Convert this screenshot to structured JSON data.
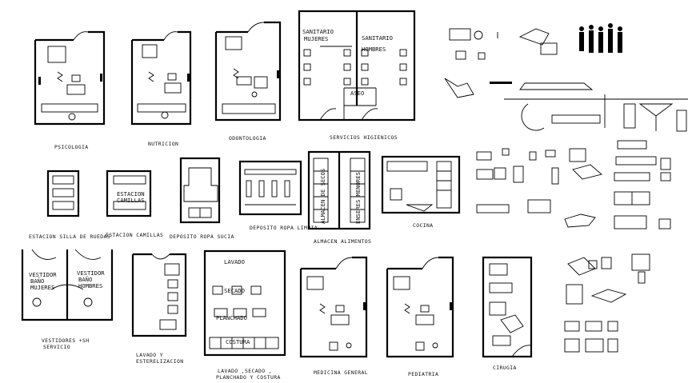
{
  "drawing": {
    "rooms": {
      "psicologia": "PSICOLOGIA",
      "nutricion": "NUTRICION",
      "odontologia": "ODONTOLOGIA",
      "servicios": "SERVICIOS HIGIENICOS",
      "silla_ruedas": "ESTACION SILLA DE RUEDAS",
      "camillas": "ESTACION CAMILLAS",
      "ropa_sucia": "DEPOSITO ROPA SUCIA",
      "ropa_limpia": "DEPOSITO ROPA LIMPIA",
      "almacen": "ALMACEN ALIMENTOS",
      "cocina": "COCINA",
      "vestidores_1": "VESTIDORES +SH",
      "vestidores_2": "SERVICIO",
      "lavado_1": "LAVADO Y",
      "lavado_2": "ESTERELIZACION",
      "costura_1": "LAVADO ,SECADO ,",
      "costura_2": "PLANCHADO Y COSTURA",
      "medicina": "MEDICINA GENERAL",
      "pediatria": "PEDIATRIA",
      "cirugia": "CIRUGIA"
    },
    "inner_labels": {
      "sanitario_mujeres_1": "SANITARIO",
      "sanitario_mujeres_2": "MUJERES",
      "sanitario_hombres_1": "SANITARIO",
      "sanitario_hombres_2": "HOMBRES",
      "aseo": "ASEO",
      "estacion_camillas_1": "ESTACION",
      "estacion_camillas_2": "CAMILLAS",
      "almacen_secos": "ALMACEN DE SECOS",
      "enseres": "ENSERES MENORES",
      "vestidor_m_1": "VESTIDOR",
      "vestidor_m_2": "BAÑO",
      "vestidor_m_3": "MUJERES",
      "vestidor_h_1": "VESTIDOR",
      "vestidor_h_2": "BAÑO",
      "vestidor_h_3": "HOMBRES",
      "lavado": "LAVADO",
      "secado": "SECADO",
      "planchado": "PLANCHADO",
      "costura": "COSTURA"
    }
  }
}
